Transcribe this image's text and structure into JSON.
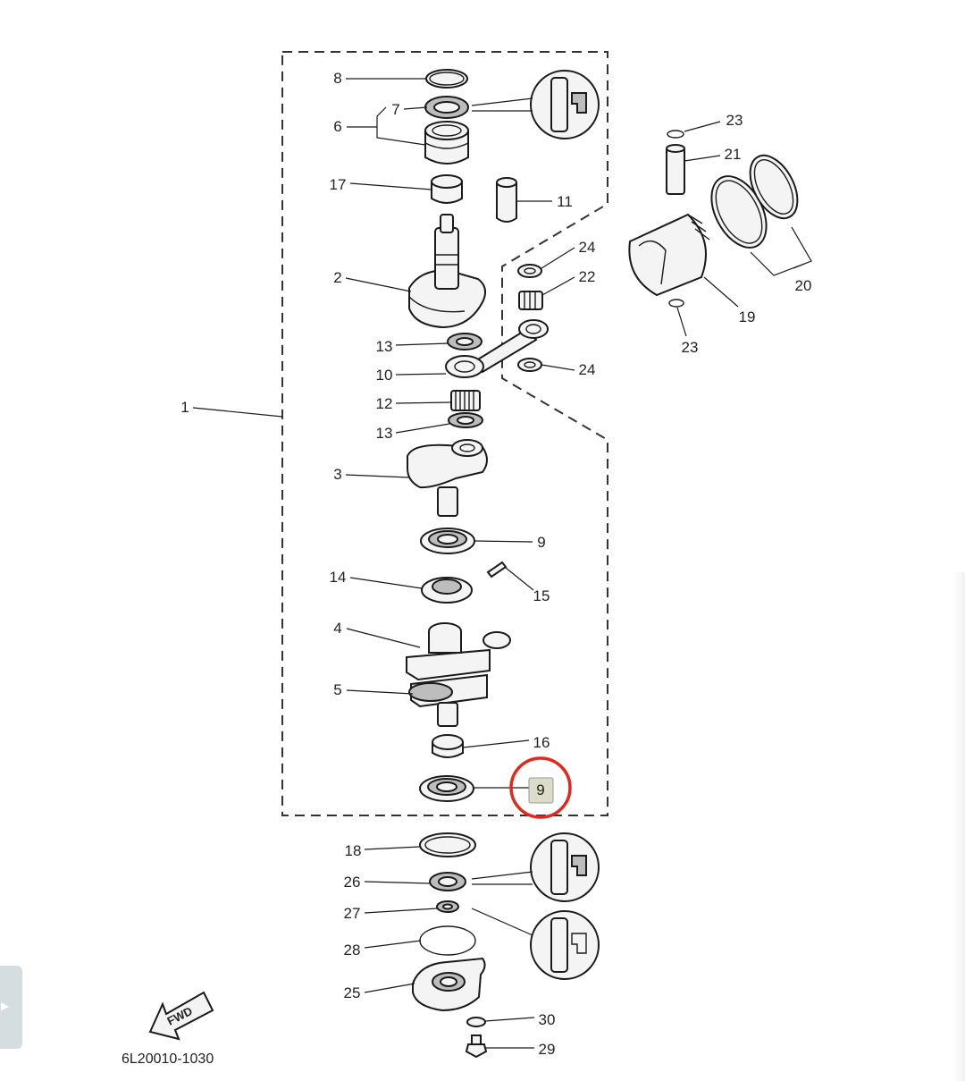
{
  "diagram": {
    "catalog_code": "6L20010-1030",
    "fwd_label": "FWD",
    "callouts": [
      {
        "id": "c1",
        "label": "1"
      },
      {
        "id": "c2",
        "label": "2"
      },
      {
        "id": "c3",
        "label": "3"
      },
      {
        "id": "c4",
        "label": "4"
      },
      {
        "id": "c5",
        "label": "5"
      },
      {
        "id": "c6",
        "label": "6"
      },
      {
        "id": "c7",
        "label": "7"
      },
      {
        "id": "c8",
        "label": "8"
      },
      {
        "id": "c9a",
        "label": "9"
      },
      {
        "id": "c9b",
        "label": "9"
      },
      {
        "id": "c10",
        "label": "10"
      },
      {
        "id": "c11",
        "label": "11"
      },
      {
        "id": "c12",
        "label": "12"
      },
      {
        "id": "c13a",
        "label": "13"
      },
      {
        "id": "c13b",
        "label": "13"
      },
      {
        "id": "c14",
        "label": "14"
      },
      {
        "id": "c15",
        "label": "15"
      },
      {
        "id": "c16",
        "label": "16"
      },
      {
        "id": "c17",
        "label": "17"
      },
      {
        "id": "c18",
        "label": "18"
      },
      {
        "id": "c19",
        "label": "19"
      },
      {
        "id": "c20",
        "label": "20"
      },
      {
        "id": "c21",
        "label": "21"
      },
      {
        "id": "c22",
        "label": "22"
      },
      {
        "id": "c23a",
        "label": "23"
      },
      {
        "id": "c23b",
        "label": "23"
      },
      {
        "id": "c24a",
        "label": "24"
      },
      {
        "id": "c24b",
        "label": "24"
      },
      {
        "id": "c25",
        "label": "25"
      },
      {
        "id": "c26",
        "label": "26"
      },
      {
        "id": "c27",
        "label": "27"
      },
      {
        "id": "c28",
        "label": "28"
      },
      {
        "id": "c29",
        "label": "29"
      },
      {
        "id": "c30",
        "label": "30"
      }
    ],
    "highlight": {
      "callout": "9",
      "ring_color": "#e02a1f",
      "box_color": "#dcdcc8"
    }
  },
  "side_tab": {
    "icon": "chevron-right-icon"
  }
}
